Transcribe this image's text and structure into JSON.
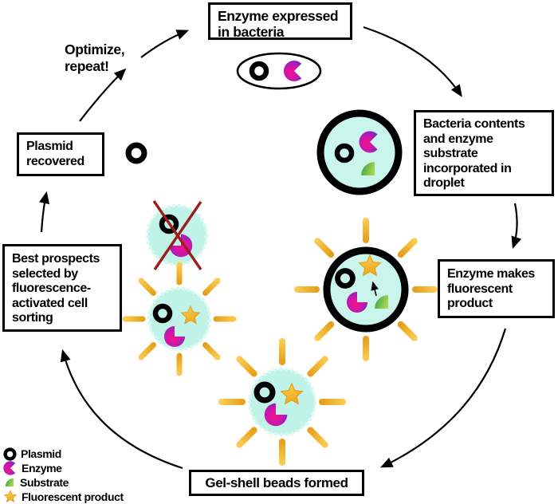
{
  "boxes": {
    "enzyme_expressed": "Enzyme expressed\nin bacteria",
    "bacteria_contents": "Bacteria contents\nand enzyme\nsubstrate\nincorporated in\ndroplet",
    "enzyme_makes": "Enzyme makes\nfluorescent\nproduct",
    "gel_shell": "Gel-shell beads formed",
    "best_prospects": "Best prospects\nselected by\nfluorescence-\nactivated cell\nsorting",
    "plasmid_recovered": "Plasmid\nrecovered"
  },
  "annotations": {
    "optimize": "Optimize,\nrepeat!"
  },
  "legend": {
    "items": [
      {
        "icon": "plasmid-icon",
        "label": "Plasmid"
      },
      {
        "icon": "enzyme-icon",
        "label": "Enzyme"
      },
      {
        "icon": "substrate-icon",
        "label": "Substrate"
      },
      {
        "icon": "fluorescent-product-icon",
        "label": "Fluorescent product"
      }
    ]
  },
  "colors": {
    "box_bg": "#ffffff",
    "box_border": "#000000",
    "text": "#000000",
    "bead_fill": "#bff3e7",
    "bead_edge": "#d7f8f0",
    "droplet_fill": "#c9f5eb",
    "outline_black": "#000000",
    "ray_inner": "#e8a01b",
    "ray_outer": "#fdd45c",
    "star_light": "#fcd149",
    "star_dark": "#efa51f",
    "enzyme_pink": "#f2138d",
    "enzyme_mid": "#cb17ab",
    "enzyme_violet": "#4b2fd6",
    "substrate_dark": "#2a9d4f",
    "substrate_light": "#a6d64b",
    "cross_red": "#9e1c1c",
    "arrow_black": "#000000"
  }
}
